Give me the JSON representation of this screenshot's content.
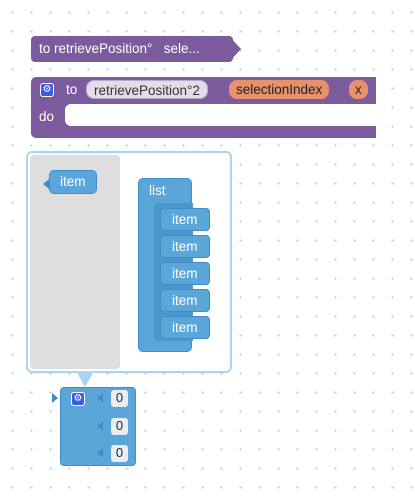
{
  "collapsed_procedure": {
    "text": "to retrievePosition°   sele..."
  },
  "procedure": {
    "to_label": "to",
    "name": "retrievePosition°2",
    "param1": "selectionIndex",
    "param2": "x",
    "do_label": "do"
  },
  "mutator": {
    "item_block": "item",
    "list_label": "list",
    "list_items": [
      "item",
      "item",
      "item",
      "item",
      "item"
    ]
  },
  "list_block": {
    "values": [
      "0",
      "0",
      "0"
    ]
  },
  "colors": {
    "procedure": "#7b5a9e",
    "list": "#5ba6d9",
    "param_pill": "#e8926d",
    "gear": "#3c5ce0"
  }
}
